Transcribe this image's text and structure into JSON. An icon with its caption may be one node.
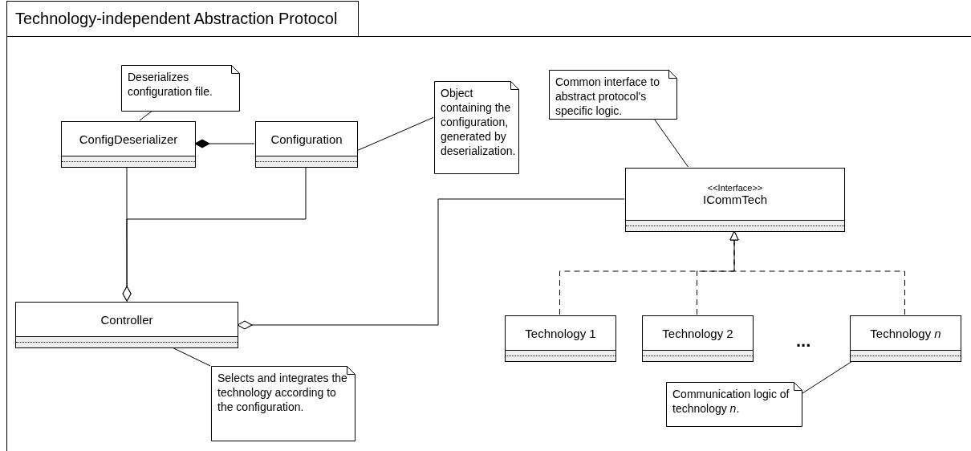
{
  "diagram": {
    "nodes": [
      {
        "text": [
          "Technology-independent Abstraction Protocol"
        ]
      },
      {
        "text": [
          "Deserializes configuration file."
        ],
        "in": 0
      },
      {
        "text": [
          "ConfigDeserializer"
        ],
        "in": 0
      },
      {
        "text": [
          "Configuration"
        ],
        "in": 0
      },
      {
        "text": [
          "Object containing the configuration, generated by deserialization."
        ],
        "in": 0
      },
      {
        "text": [
          "Common interface to abstract protocol's specific logic."
        ],
        "in": 0
      },
      {
        "text": [
          "<<Interface>>",
          "ICommTech"
        ],
        "in": 0
      },
      {
        "text": [
          "Controller"
        ],
        "in": 0
      },
      {
        "text": [
          "Technology 1"
        ],
        "in": 0
      },
      {
        "text": [
          "Technology 2"
        ],
        "in": 0
      },
      {
        "text": [
          "Technology *n*"
        ],
        "in": 0
      },
      {
        "text": [
          "Selects and integrates the technology according to the configuration."
        ],
        "in": 0
      },
      {
        "text": [
          "Communication logic of technology *n*."
        ],
        "in": 0
      }
    ],
    "edges": [
      {
        "from": 1,
        "to": 2,
        "arrow": "none"
      },
      {
        "from": 2,
        "to": 3,
        "arrow": "other"
      },
      {
        "from": 4,
        "to": 3,
        "arrow": "none"
      },
      {
        "from": 2,
        "to": 7,
        "arrow": "other"
      },
      {
        "from": 3,
        "to": 7,
        "arrow": "other"
      },
      {
        "from": 5,
        "to": 6,
        "arrow": "none"
      },
      {
        "from": 6,
        "to": 7,
        "arrow": "other"
      },
      {
        "from": 8,
        "to": 6,
        "arrow": "to",
        "style": "dashed"
      },
      {
        "from": 9,
        "to": 6,
        "arrow": "to",
        "style": "dashed"
      },
      {
        "from": 10,
        "to": 6,
        "arrow": "to",
        "style": "dashed"
      },
      {
        "from": 7,
        "to": 11,
        "arrow": "none"
      },
      {
        "from": 10,
        "to": 12,
        "arrow": "none"
      }
    ],
    "labels": [
      "..."
    ]
  }
}
